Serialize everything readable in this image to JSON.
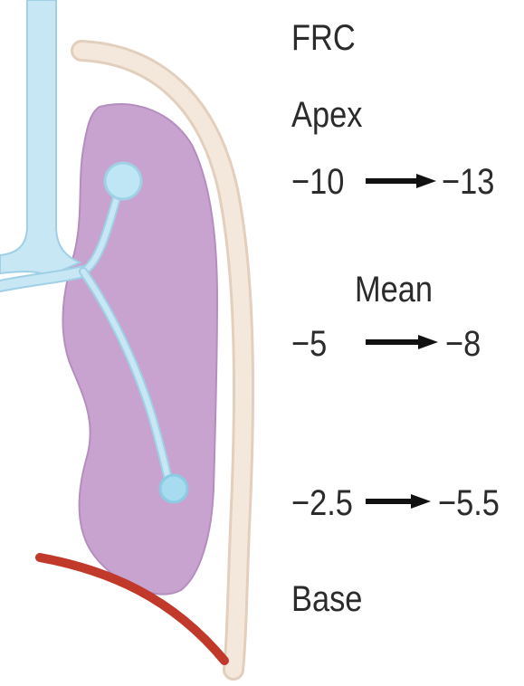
{
  "labels": {
    "condition": "FRC",
    "apex": "Apex",
    "mean": "Mean",
    "base": "Base"
  },
  "pressures": {
    "apex": {
      "from": "−10",
      "to": "−13"
    },
    "mean": {
      "from": "−5",
      "to": "−8"
    },
    "base": {
      "from": "−2.5",
      "to": "−5.5"
    }
  },
  "colors": {
    "lung": "#c9a3cf",
    "lung_edge": "#b48ebd",
    "airway": "#c6e7f3",
    "airway_edge": "#9fd0e6",
    "alveolus": "#bfe6f5",
    "chest_wall": "#f4e8dc",
    "chest_wall_edge": "#e2cfbd",
    "diaphragm": "#c0392b",
    "arrow": "#111111",
    "text": "#2b2b2b"
  }
}
